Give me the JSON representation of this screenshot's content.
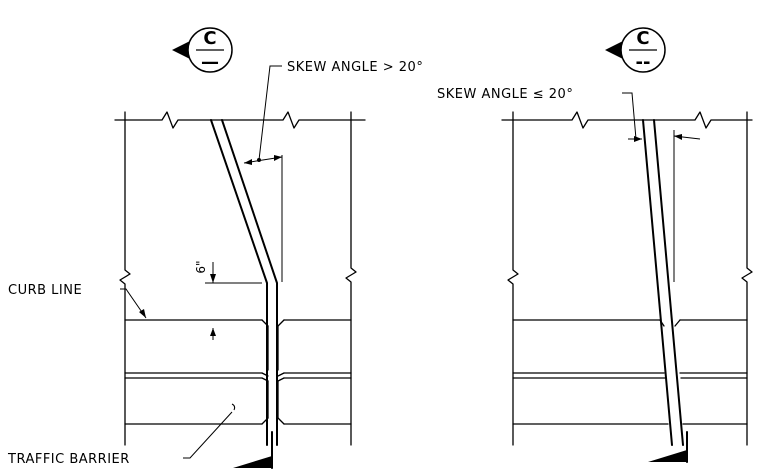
{
  "left_detail": {
    "section_letter": "C",
    "section_sheet": "—",
    "skew_label": "SKEW ANGLE > 20°",
    "dimension_label": "6\"",
    "curb_label": "CURB LINE",
    "barrier_label": "TRAFFIC BARRIER"
  },
  "right_detail": {
    "section_letter": "C",
    "section_sheet": "--",
    "skew_label": "SKEW ANGLE ≤ 20°"
  }
}
